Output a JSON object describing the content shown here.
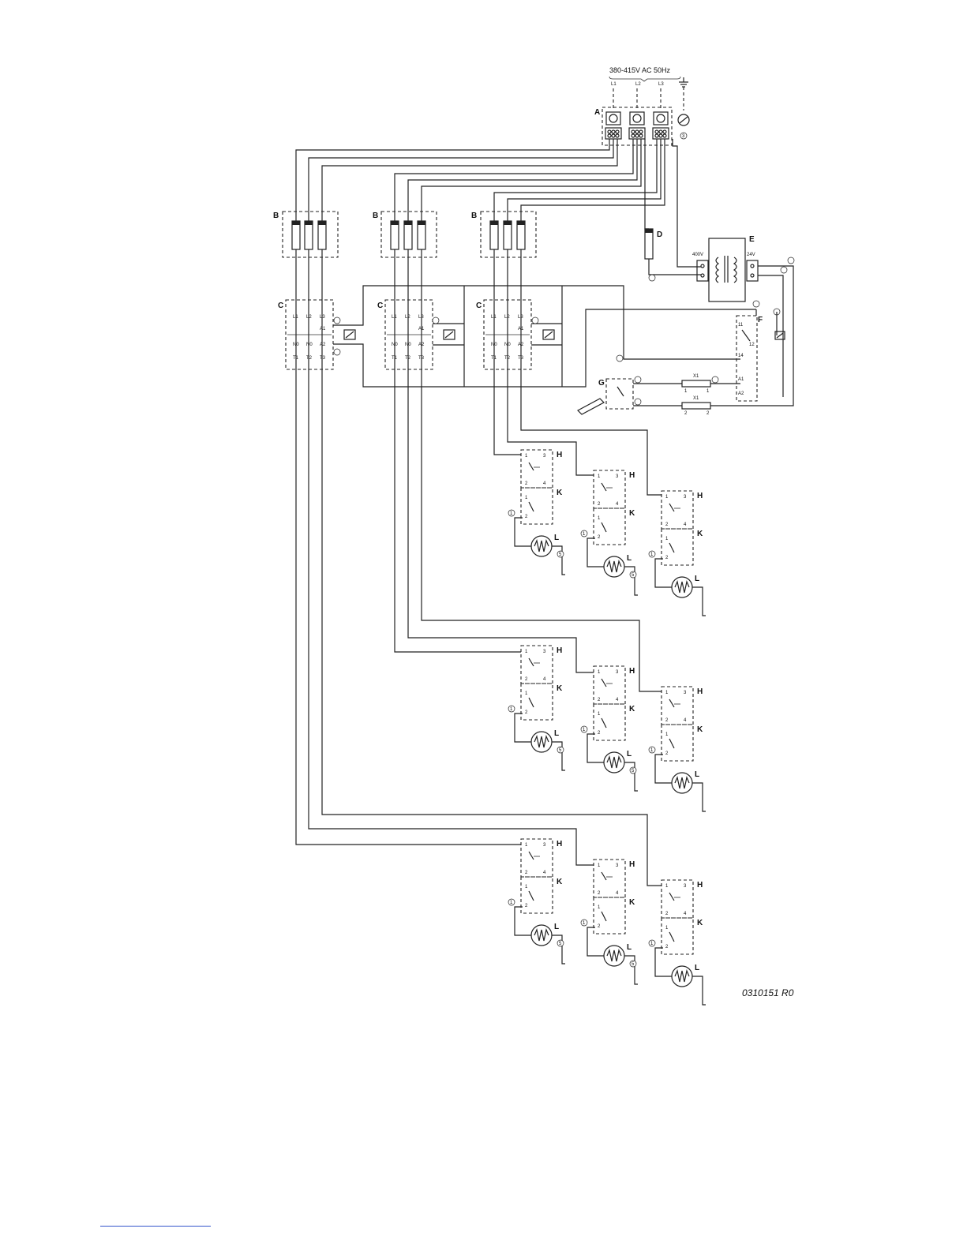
{
  "supply": {
    "voltage": "380-415V AC 50Hz",
    "phase_labels": [
      "L1",
      "L2",
      "L3"
    ]
  },
  "components": {
    "terminal_block": "A",
    "fuse_group": "B",
    "contactor": "C",
    "control_fuse": "D",
    "transformer": "E",
    "thermostat_relay": "F",
    "switch": "G",
    "safety_thermostat": "H",
    "thermostat": "K",
    "heating_element": "L",
    "link": "X1"
  },
  "transformer": {
    "primary": "400V",
    "secondary": "24V"
  },
  "contactor_labels": {
    "line": [
      "L1",
      "L2",
      "L3"
    ],
    "aux": [
      "N0",
      "N0",
      "A1",
      "A2"
    ],
    "load": [
      "T1",
      "T2",
      "T3"
    ]
  },
  "wire_numbers": [
    "1",
    "2",
    "3",
    "4",
    "5"
  ],
  "relay_contacts": [
    "11",
    "12",
    "14"
  ],
  "thermostat_terminals": [
    "1",
    "2",
    "3",
    "4"
  ],
  "drawing_ref": "0310151 R0",
  "colors": {
    "line": "#222222",
    "background": "#ffffff",
    "link": "#3355cc"
  }
}
